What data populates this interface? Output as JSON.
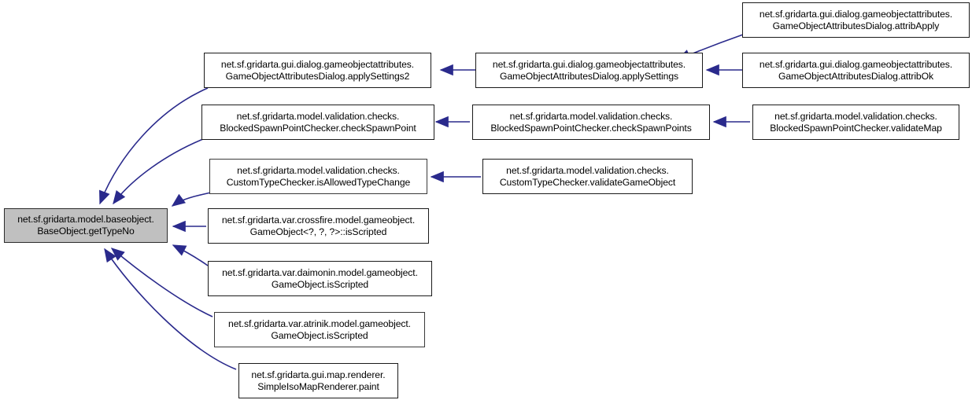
{
  "graph": {
    "type": "caller-graph",
    "title": "",
    "focus_node_id": "getTypeNo",
    "edge_color": "#2a2a8c",
    "focus_fill_color": "#c0c0c0",
    "node_fill_color": "#ffffff",
    "node_border_color": "#1a1a1a",
    "background_color": "#ffffff",
    "nodes": [
      {
        "id": "getTypeNo",
        "line1": "net.sf.gridarta.model.baseobject.",
        "line2": "BaseObject.getTypeNo",
        "label": "net.sf.gridarta.model.baseobject.\nBaseObject.getTypeNo",
        "highlighted": true
      },
      {
        "id": "applySettings2",
        "line1": "net.sf.gridarta.gui.dialog.gameobjectattributes.",
        "line2": "GameObjectAttributesDialog.applySettings2",
        "label": "net.sf.gridarta.gui.dialog.gameobjectattributes.\nGameObjectAttributesDialog.applySettings2",
        "highlighted": false
      },
      {
        "id": "applySettings",
        "line1": "net.sf.gridarta.gui.dialog.gameobjectattributes.",
        "line2": "GameObjectAttributesDialog.applySettings",
        "label": "net.sf.gridarta.gui.dialog.gameobjectattributes.\nGameObjectAttributesDialog.applySettings",
        "highlighted": false
      },
      {
        "id": "attribApply",
        "line1": "net.sf.gridarta.gui.dialog.gameobjectattributes.",
        "line2": "GameObjectAttributesDialog.attribApply",
        "label": "net.sf.gridarta.gui.dialog.gameobjectattributes.\nGameObjectAttributesDialog.attribApply",
        "highlighted": false
      },
      {
        "id": "attribOk",
        "line1": "net.sf.gridarta.gui.dialog.gameobjectattributes.",
        "line2": "GameObjectAttributesDialog.attribOk",
        "label": "net.sf.gridarta.gui.dialog.gameobjectattributes.\nGameObjectAttributesDialog.attribOk",
        "highlighted": false
      },
      {
        "id": "checkSpawnPoint",
        "line1": "net.sf.gridarta.model.validation.checks.",
        "line2": "BlockedSpawnPointChecker.checkSpawnPoint",
        "label": "net.sf.gridarta.model.validation.checks.\nBlockedSpawnPointChecker.checkSpawnPoint",
        "highlighted": false
      },
      {
        "id": "checkSpawnPoints",
        "line1": "net.sf.gridarta.model.validation.checks.",
        "line2": "BlockedSpawnPointChecker.checkSpawnPoints",
        "label": "net.sf.gridarta.model.validation.checks.\nBlockedSpawnPointChecker.checkSpawnPoints",
        "highlighted": false
      },
      {
        "id": "validateMap",
        "line1": "net.sf.gridarta.model.validation.checks.",
        "line2": "BlockedSpawnPointChecker.validateMap",
        "label": "net.sf.gridarta.model.validation.checks.\nBlockedSpawnPointChecker.validateMap",
        "highlighted": false
      },
      {
        "id": "isAllowedTypeChange",
        "line1": "net.sf.gridarta.model.validation.checks.",
        "line2": "CustomTypeChecker.isAllowedTypeChange",
        "label": "net.sf.gridarta.model.validation.checks.\nCustomTypeChecker.isAllowedTypeChange",
        "highlighted": false
      },
      {
        "id": "validateGameObject",
        "line1": "net.sf.gridarta.model.validation.checks.",
        "line2": "CustomTypeChecker.validateGameObject",
        "label": "net.sf.gridarta.model.validation.checks.\nCustomTypeChecker.validateGameObject",
        "highlighted": false
      },
      {
        "id": "crossfireIsScripted",
        "line1": "net.sf.gridarta.var.crossfire.model.gameobject.",
        "line2": "GameObject<?, ?, ?>::isScripted",
        "label": "net.sf.gridarta.var.crossfire.model.gameobject.\nGameObject<?, ?, ?>::isScripted",
        "highlighted": false
      },
      {
        "id": "daimoninIsScripted",
        "line1": "net.sf.gridarta.var.daimonin.model.gameobject.",
        "line2": "GameObject.isScripted",
        "label": "net.sf.gridarta.var.daimonin.model.gameobject.\nGameObject.isScripted",
        "highlighted": false
      },
      {
        "id": "atrinikIsScripted",
        "line1": "net.sf.gridarta.var.atrinik.model.gameobject.",
        "line2": "GameObject.isScripted",
        "label": "net.sf.gridarta.var.atrinik.model.gameobject.\nGameObject.isScripted",
        "highlighted": false
      },
      {
        "id": "simpleIsoPaint",
        "line1": "net.sf.gridarta.gui.map.renderer.",
        "line2": "SimpleIsoMapRenderer.paint",
        "label": "net.sf.gridarta.gui.map.renderer.\nSimpleIsoMapRenderer.paint",
        "highlighted": false
      }
    ],
    "edges": [
      {
        "from": "applySettings2",
        "to": "getTypeNo"
      },
      {
        "from": "checkSpawnPoint",
        "to": "getTypeNo"
      },
      {
        "from": "isAllowedTypeChange",
        "to": "getTypeNo"
      },
      {
        "from": "crossfireIsScripted",
        "to": "getTypeNo"
      },
      {
        "from": "daimoninIsScripted",
        "to": "getTypeNo"
      },
      {
        "from": "atrinikIsScripted",
        "to": "getTypeNo"
      },
      {
        "from": "simpleIsoPaint",
        "to": "getTypeNo"
      },
      {
        "from": "applySettings",
        "to": "applySettings2"
      },
      {
        "from": "attribApply",
        "to": "applySettings"
      },
      {
        "from": "attribOk",
        "to": "applySettings"
      },
      {
        "from": "checkSpawnPoints",
        "to": "checkSpawnPoint"
      },
      {
        "from": "validateMap",
        "to": "checkSpawnPoints"
      },
      {
        "from": "validateGameObject",
        "to": "isAllowedTypeChange"
      }
    ]
  }
}
